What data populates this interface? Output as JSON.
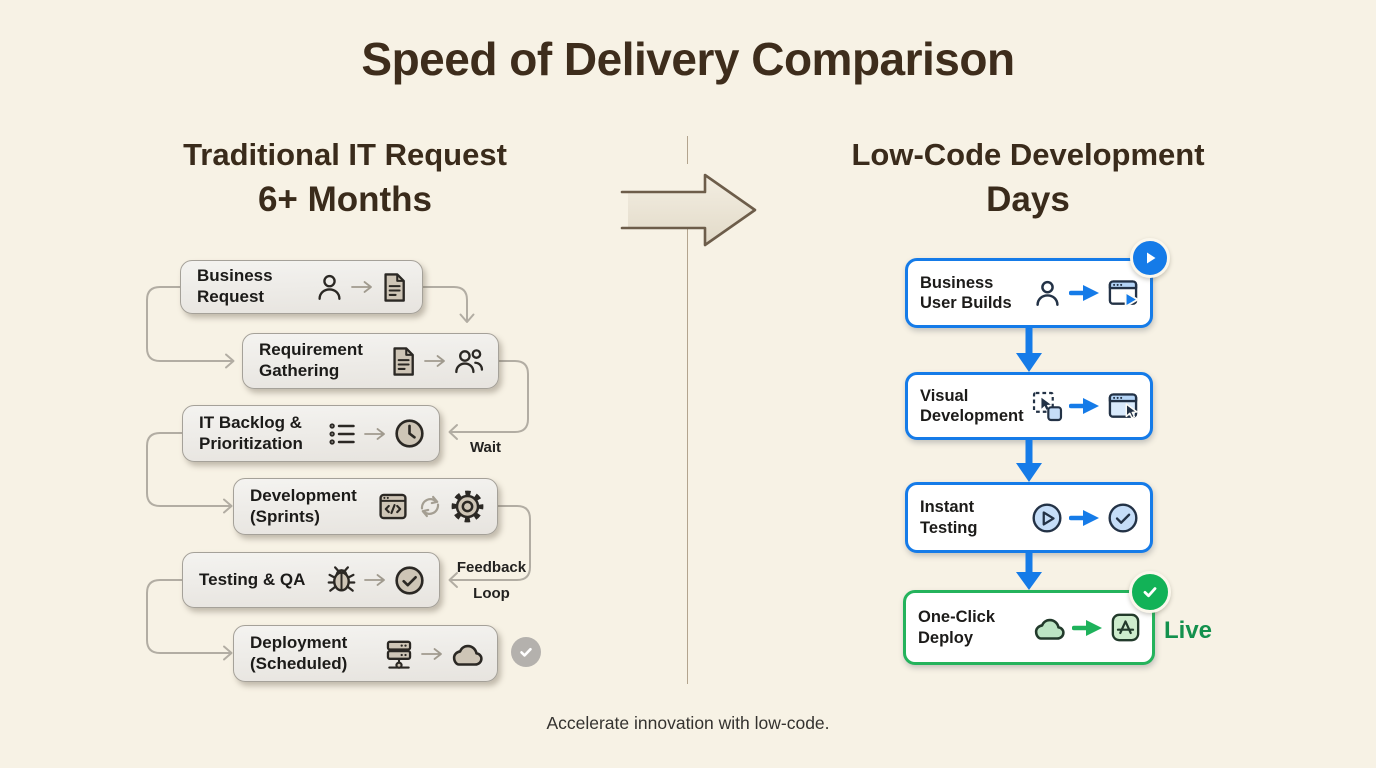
{
  "title": "Speed of Delivery Comparison",
  "caption": "Accelerate innovation with low-code.",
  "left_flow": {
    "heading": "Traditional IT Request",
    "duration": "6+ Months",
    "steps": [
      {
        "label": "Business Request",
        "icons": [
          "user-icon",
          "arrow-right-icon",
          "document-icon"
        ]
      },
      {
        "label": "Requirement Gathering",
        "icons": [
          "document-icon",
          "arrow-right-icon",
          "users-icon"
        ]
      },
      {
        "label": "IT Backlog & Prioritization",
        "icons": [
          "backlog-list-icon",
          "arrow-right-icon",
          "clock-icon"
        ]
      },
      {
        "label": "Development (Sprints)",
        "icons": [
          "code-window-icon",
          "refresh-icon",
          "gear-icon"
        ]
      },
      {
        "label": "Testing & QA",
        "icons": [
          "bug-icon",
          "arrow-right-icon",
          "check-circle-icon"
        ]
      },
      {
        "label": "Deployment (Scheduled)",
        "icons": [
          "server-icon",
          "arrow-right-icon",
          "cloud-icon"
        ]
      }
    ],
    "annotations": {
      "wait": "Wait",
      "feedback_line1": "Feedback",
      "feedback_line2": "Loop"
    },
    "end_badge": "check"
  },
  "right_flow": {
    "heading": "Low-Code Development",
    "duration": "Days",
    "steps": [
      {
        "label": "Business User Builds",
        "icons": [
          "user-icon",
          "arrow-right-icon",
          "app-window-play-icon"
        ],
        "badge": "play"
      },
      {
        "label": "Visual Development",
        "icons": [
          "drag-drop-icon",
          "arrow-right-icon",
          "app-window-cursor-icon"
        ]
      },
      {
        "label": "Instant Testing",
        "icons": [
          "play-circle-icon",
          "arrow-right-icon",
          "check-circle-icon"
        ]
      },
      {
        "label": "One-Click Deploy",
        "icons": [
          "cloud-icon",
          "arrow-right-icon",
          "app-store-icon"
        ],
        "badge": "check"
      }
    ],
    "live_label": "Live"
  },
  "colors": {
    "background": "#f7f2e5",
    "title_brown": "#3e2d1c",
    "accent_blue": "#157be8",
    "accent_green": "#12b257",
    "live_green": "#13914d",
    "box_border_gray": "#a5a199",
    "connector_gray": "#b2ada3"
  }
}
